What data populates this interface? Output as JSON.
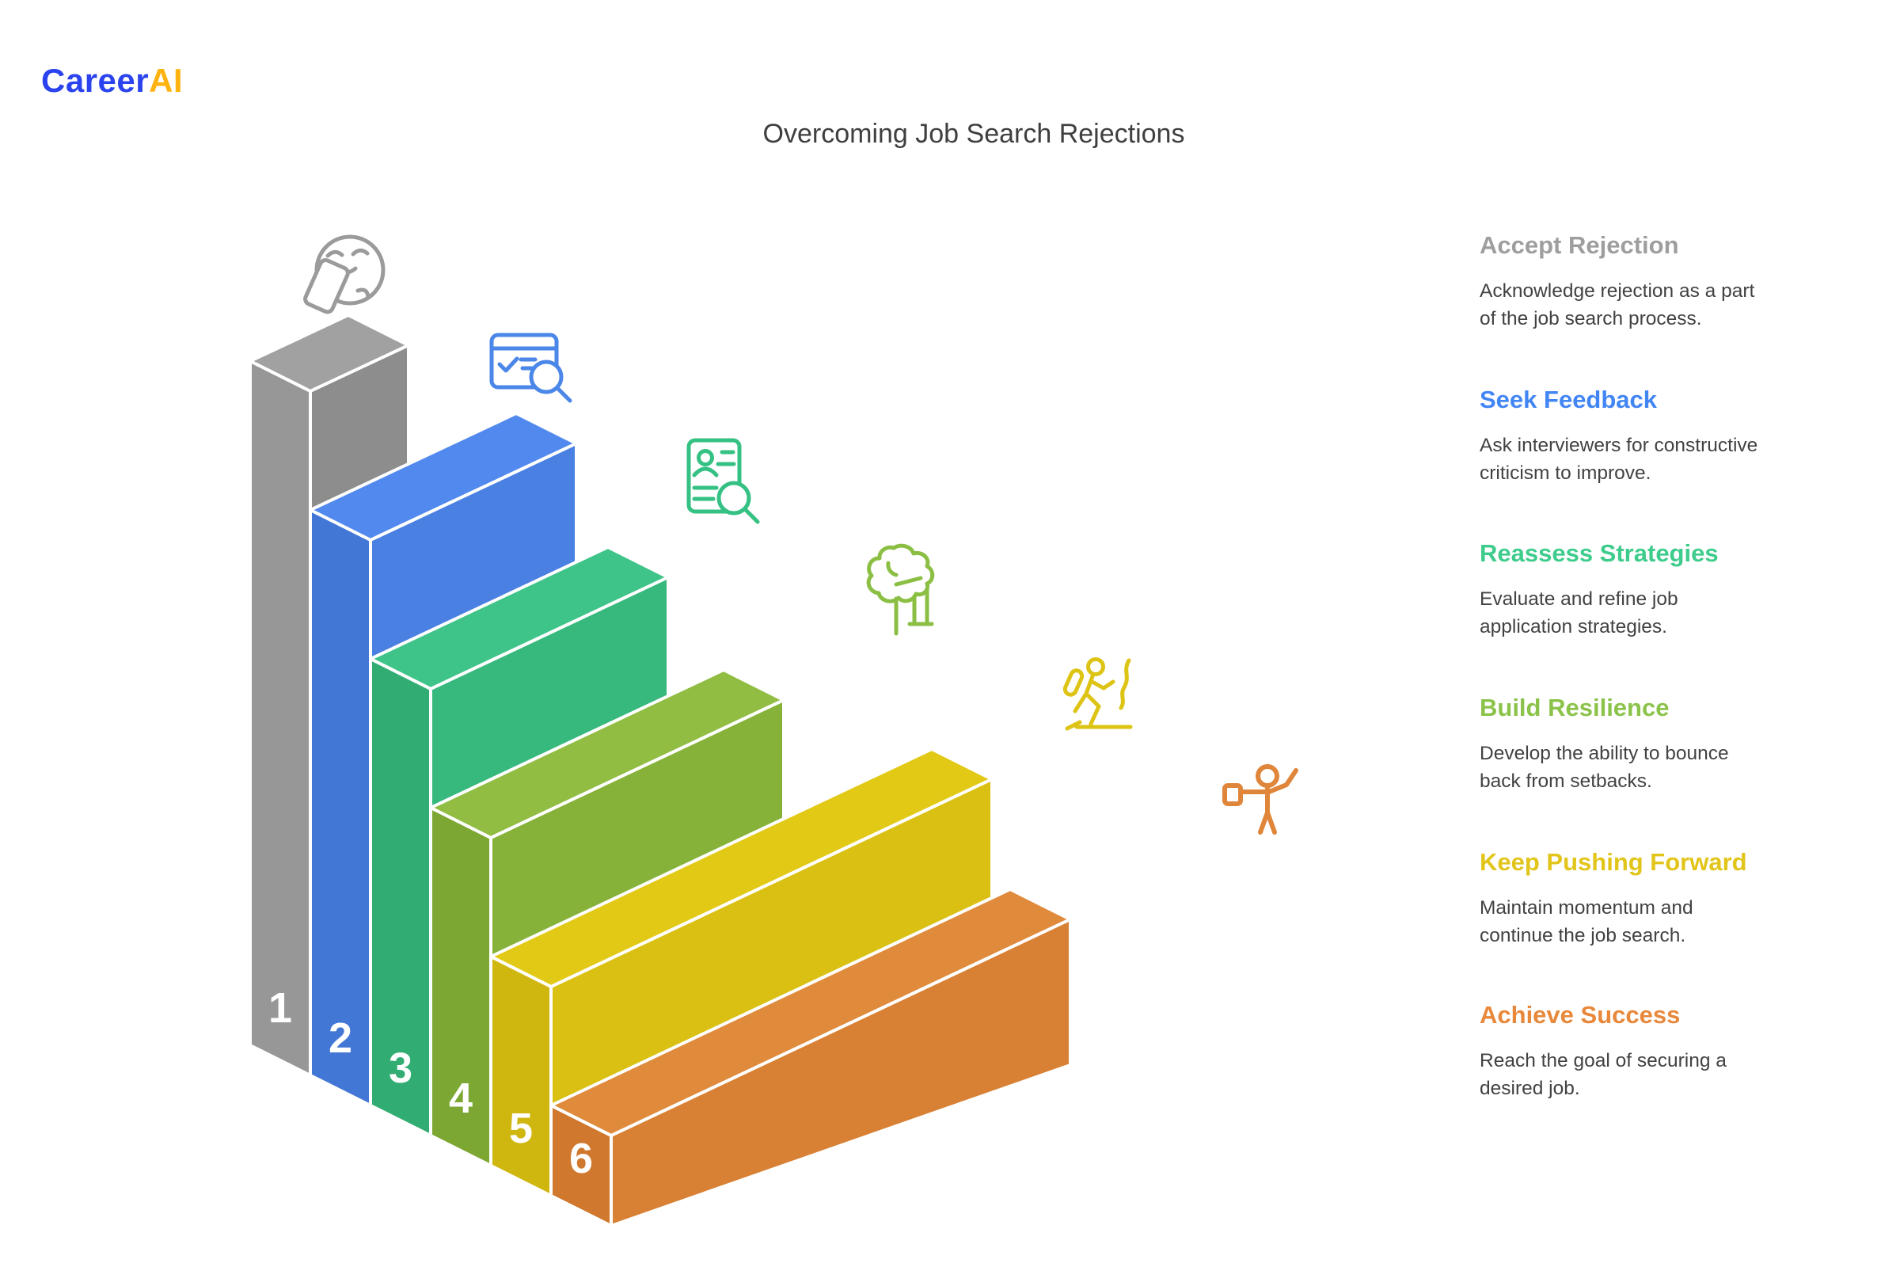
{
  "logo": {
    "text_primary": "Career",
    "text_accent": "AI",
    "color_primary": "#2a43ee",
    "color_accent": "#ffb30f"
  },
  "title": {
    "text": "Overcoming Job Search Rejections",
    "color": "#3f3f3f"
  },
  "steps": [
    {
      "number": "1",
      "title": "Accept Rejection",
      "description": "Acknowledge rejection as a part of the job search process.",
      "accent": "#9e9e9e",
      "icon": "smiley-letter-icon",
      "colors": {
        "top": "#a1a1a1",
        "side": "#8d8d8d",
        "front": "#979797",
        "icon": "#9b9b9b"
      }
    },
    {
      "number": "2",
      "title": "Seek Feedback",
      "description": "Ask interviewers for constructive criticism to improve.",
      "accent": "#4285f4",
      "icon": "browser-search-icon",
      "colors": {
        "top": "#5289ee",
        "side": "#4a80e2",
        "front": "#4377d6",
        "icon": "#4b87e8"
      }
    },
    {
      "number": "3",
      "title": "Reassess Strategies",
      "description": "Evaluate and refine job application strategies.",
      "accent": "#3ecc8c",
      "icon": "resume-search-icon",
      "colors": {
        "top": "#3ec489",
        "side": "#37b87d",
        "front": "#31ad73",
        "icon": "#34c183"
      }
    },
    {
      "number": "4",
      "title": "Build Resilience",
      "description": "Develop the ability to bounce back from setbacks.",
      "accent": "#8bc34a",
      "icon": "tree-icon",
      "colors": {
        "top": "#90bd42",
        "side": "#86b23a",
        "front": "#7ca733",
        "icon": "#8bbf44"
      }
    },
    {
      "number": "5",
      "title": "Keep Pushing Forward",
      "description": "Maintain momentum and continue the job search.",
      "accent": "#e2c51a",
      "icon": "hiker-icon",
      "colors": {
        "top": "#e2c916",
        "side": "#d9c013",
        "front": "#d0b710",
        "icon": "#ddc414"
      }
    },
    {
      "number": "6",
      "title": "Achieve Success",
      "description": "Reach the goal of securing a desired job.",
      "accent": "#e8883a",
      "icon": "person-success-icon",
      "colors": {
        "top": "#e08a3c",
        "side": "#d88134",
        "front": "#cf782e",
        "icon": "#e0863a"
      }
    }
  ]
}
